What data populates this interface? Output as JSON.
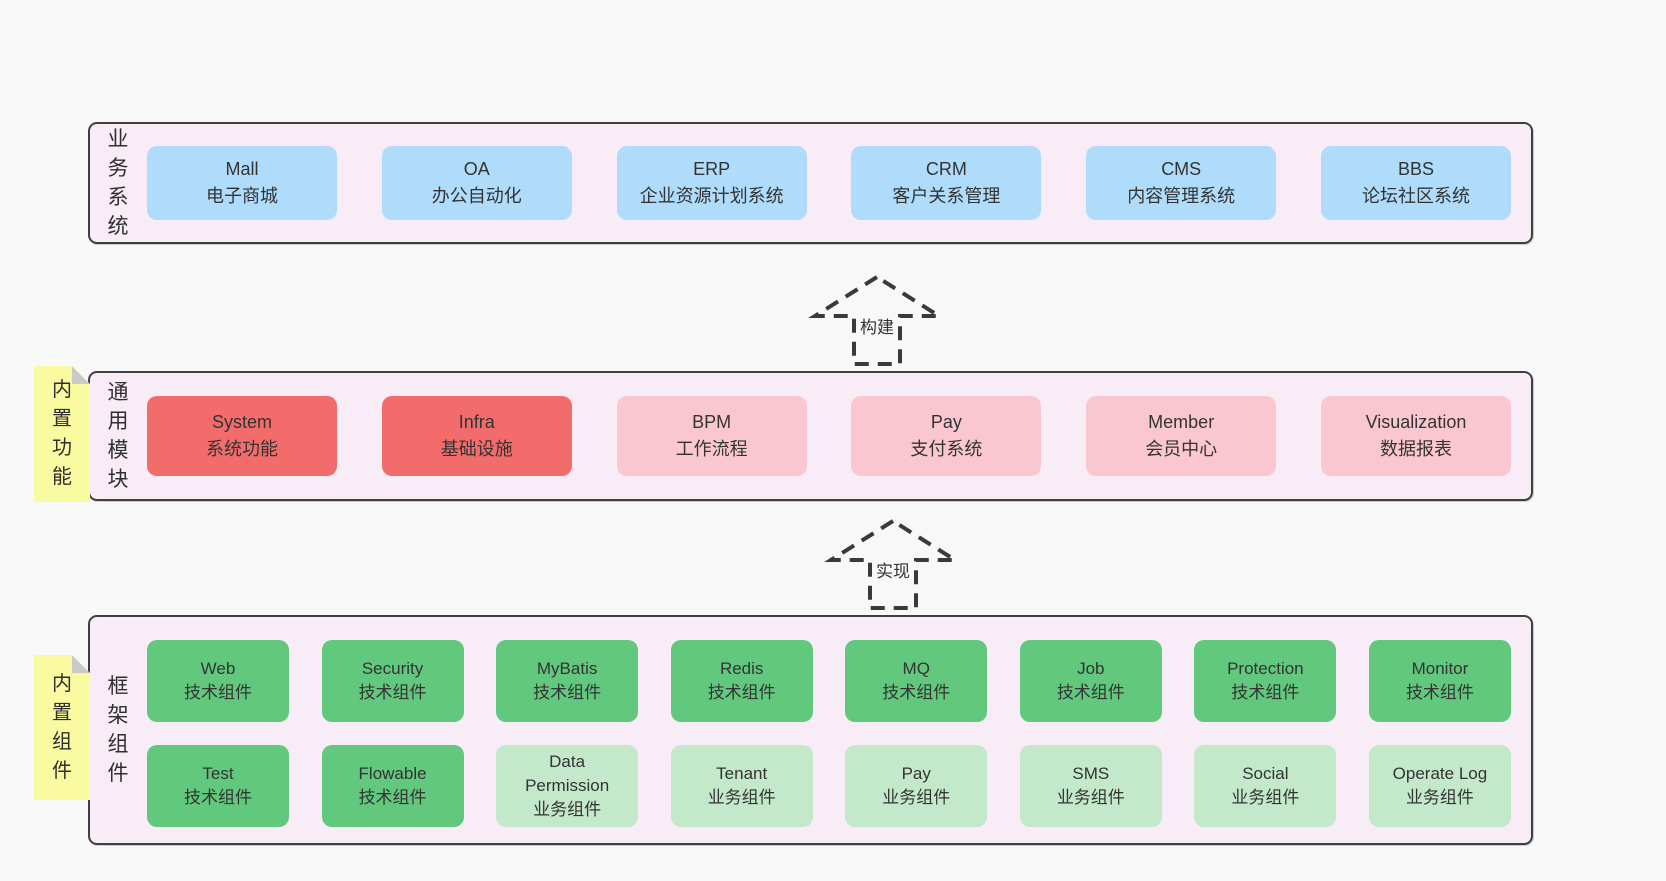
{
  "colors": {
    "page_bg": "#f8f8f8",
    "container_bg": "#f8edf7",
    "container_border": "#3f3f3f",
    "blue_box": "#aedcfa",
    "red_box": "#f26c6c",
    "pink_box": "#fac7d0",
    "green_box": "#62c87d",
    "light_green_box": "#c3e9ca",
    "note_yellow": "#fafaa0",
    "note_fold_gray": "#c9c9c9",
    "text": "#333333"
  },
  "arrows": [
    {
      "label": "构建"
    },
    {
      "label": "实现"
    }
  ],
  "sections": {
    "business": {
      "label": "业务系统",
      "boxes": [
        {
          "title": "Mall",
          "subtitle": "电子商城"
        },
        {
          "title": "OA",
          "subtitle": "办公自动化"
        },
        {
          "title": "ERP",
          "subtitle": "企业资源计划系统"
        },
        {
          "title": "CRM",
          "subtitle": "客户关系管理"
        },
        {
          "title": "CMS",
          "subtitle": "内容管理系统"
        },
        {
          "title": "BBS",
          "subtitle": "论坛社区系统"
        }
      ]
    },
    "modules": {
      "label": "通用模块",
      "note": "内置功能",
      "boxes": [
        {
          "title": "System",
          "subtitle": "系统功能"
        },
        {
          "title": "Infra",
          "subtitle": "基础设施"
        },
        {
          "title": "BPM",
          "subtitle": "工作流程"
        },
        {
          "title": "Pay",
          "subtitle": "支付系统"
        },
        {
          "title": "Member",
          "subtitle": "会员中心"
        },
        {
          "title": "Visualization",
          "subtitle": "数据报表"
        }
      ]
    },
    "components": {
      "label": "框架组件",
      "note": "内置组件",
      "row1": [
        {
          "title": "Web",
          "subtitle": "技术组件"
        },
        {
          "title": "Security",
          "subtitle": "技术组件"
        },
        {
          "title": "MyBatis",
          "subtitle": "技术组件"
        },
        {
          "title": "Redis",
          "subtitle": "技术组件"
        },
        {
          "title": "MQ",
          "subtitle": "技术组件"
        },
        {
          "title": "Job",
          "subtitle": "技术组件"
        },
        {
          "title": "Protection",
          "subtitle": "技术组件"
        },
        {
          "title": "Monitor",
          "subtitle": "技术组件"
        }
      ],
      "row2": [
        {
          "title": "Test",
          "subtitle": "技术组件"
        },
        {
          "title": "Flowable",
          "subtitle": "技术组件"
        },
        {
          "title": "Data Permission",
          "subtitle": "业务组件"
        },
        {
          "title": "Tenant",
          "subtitle": "业务组件"
        },
        {
          "title": "Pay",
          "subtitle": "业务组件"
        },
        {
          "title": "SMS",
          "subtitle": "业务组件"
        },
        {
          "title": "Social",
          "subtitle": "业务组件"
        },
        {
          "title": "Operate Log",
          "subtitle": "业务组件"
        }
      ]
    }
  }
}
